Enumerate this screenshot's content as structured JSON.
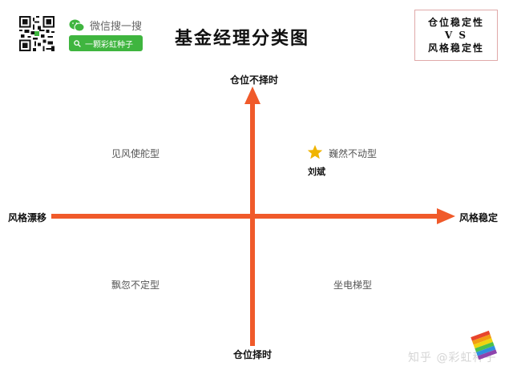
{
  "header": {
    "wechat_search_label": "微信搜一搜",
    "search_pill_text": "一颗彩虹种子",
    "title": "基金经理分类图",
    "legend_box": {
      "line1": "仓位稳定性",
      "line2": "V S",
      "line3": "风格稳定性"
    }
  },
  "diagram": {
    "axes": {
      "top": "仓位不择时",
      "bottom": "仓位择时",
      "left": "风格漂移",
      "right": "风格稳定"
    },
    "quadrants": {
      "top_left": "见风使舵型",
      "top_right": "巍然不动型",
      "bottom_left": "飘忽不定型",
      "bottom_right": "坐电梯型"
    },
    "highlight": {
      "name": "刘斌",
      "icon": "star-icon",
      "color": "#f0b400"
    },
    "arrow_color": "#f05a2a"
  },
  "footer": {
    "watermark": "知乎 @彩虹种子"
  },
  "colors": {
    "wechat_green": "#3fb53f",
    "box_border": "#e0a9a9"
  }
}
